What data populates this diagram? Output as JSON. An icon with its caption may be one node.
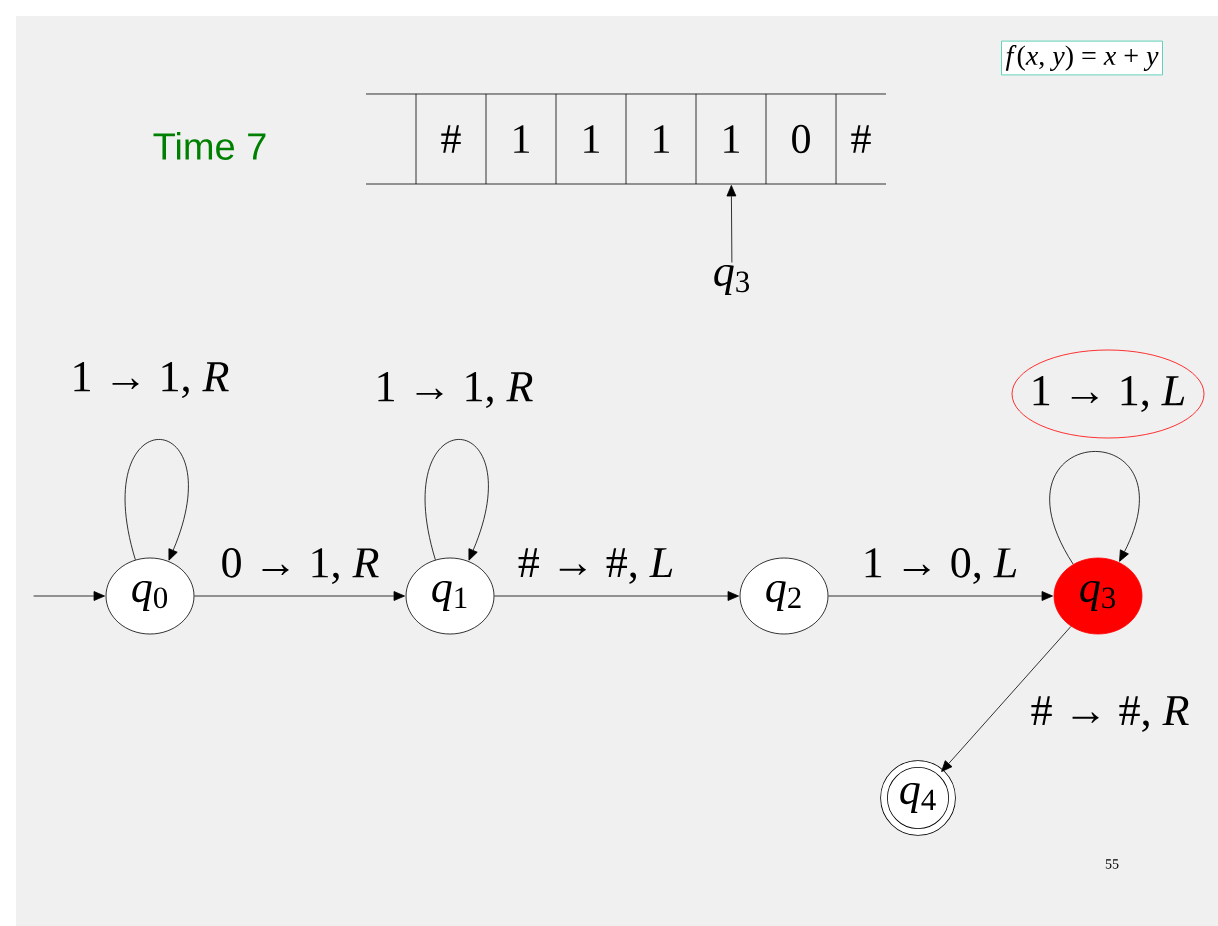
{
  "diagram": {
    "nodes": [
      {
        "text": [
          "*f*(*x*, *y*) = *x* + *y*"
        ]
      },
      {
        "text": [],
        "shape": "box"
      },
      {
        "text": [
          "#"
        ]
      },
      {
        "text": [
          "1"
        ]
      },
      {
        "text": [
          "1"
        ]
      },
      {
        "text": [
          "1"
        ]
      },
      {
        "text": [
          "1"
        ]
      },
      {
        "text": [
          "0"
        ]
      },
      {
        "text": [
          "#"
        ]
      },
      {
        "text": [
          "*q*$_{3}$"
        ]
      },
      {
        "text": [
          "*q*$_{0}$"
        ]
      },
      {
        "text": [
          "*q*$_{1}$"
        ]
      },
      {
        "text": [
          "*q*$_{2}$"
        ]
      },
      {
        "text": [
          "*q*$_{3}$"
        ]
      },
      {
        "text": [
          "*q*$_{4}$"
        ]
      }
    ],
    "edges": [
      {
        "from": 9,
        "to": 6,
        "arrow": "to"
      },
      {
        "from": null,
        "to": 10,
        "arrow": "to"
      },
      {
        "from": 10,
        "to": 10,
        "arrow": "to",
        "label": "1 → 1, *R*"
      },
      {
        "from": 11,
        "to": 11,
        "arrow": "to",
        "label": "1 → 1, *R*"
      },
      {
        "from": 13,
        "to": 13,
        "arrow": "to",
        "label": "1 → 1, *L*"
      },
      {
        "from": 10,
        "to": 11,
        "arrow": "to",
        "label": "0 → 1, *R*"
      },
      {
        "from": 11,
        "to": 12,
        "arrow": "to",
        "label": "# → #, *L*"
      },
      {
        "from": 12,
        "to": 13,
        "arrow": "to",
        "label": "1 → 0, *L*"
      },
      {
        "from": 13,
        "to": 14,
        "arrow": "to",
        "label": "# → #, *R*"
      }
    ],
    "labels": [
      "Time 7",
      "55"
    ]
  }
}
